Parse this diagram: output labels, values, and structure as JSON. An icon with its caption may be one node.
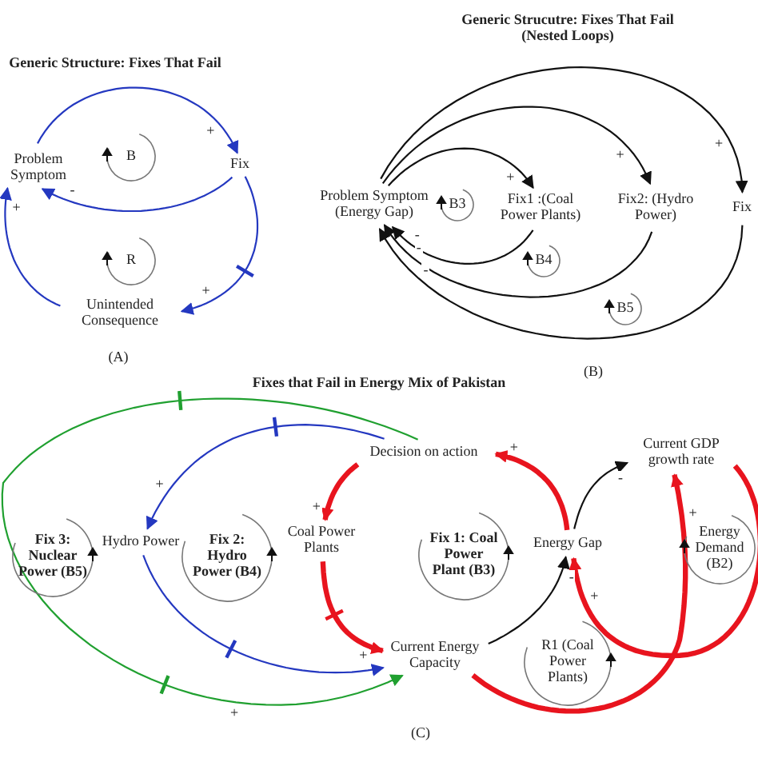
{
  "diagram": {
    "nodes": [
      {
        "text": [
          "Problem Symptom"
        ]
      },
      {
        "text": [
          "Fix"
        ]
      },
      {
        "text": [
          "Unintended Consequence"
        ]
      },
      {
        "text": [
          "Problem Symptom (Energy Gap)"
        ]
      },
      {
        "text": [
          "Fix1 :(Coal Power Plants)"
        ]
      },
      {
        "text": [
          "Fix2: (Hydro Power)"
        ]
      },
      {
        "text": [
          "Fix"
        ]
      },
      {
        "text": [
          "Hydro Power"
        ]
      },
      {
        "text": [
          "Coal Power Plants"
        ]
      },
      {
        "text": [
          "Decision on action"
        ]
      },
      {
        "text": [
          "Energy Gap"
        ]
      },
      {
        "text": [
          "Current GDP growth rate"
        ]
      },
      {
        "text": [
          "Current Energy Capacity"
        ]
      }
    ],
    "edges": [
      {
        "from": 0,
        "to": 1,
        "arrow": "to",
        "label": "+",
        "color": "#2438c0"
      },
      {
        "from": 1,
        "to": 0,
        "arrow": "to",
        "label": "-",
        "color": "#2438c0"
      },
      {
        "from": 1,
        "to": 2,
        "arrow": "to",
        "label": "+",
        "color": "#2438c0"
      },
      {
        "from": 2,
        "to": 0,
        "arrow": "to",
        "label": "+",
        "color": "#2438c0"
      },
      {
        "from": 3,
        "to": 4,
        "arrow": "to",
        "label": "+"
      },
      {
        "from": 4,
        "to": 3,
        "arrow": "to",
        "label": "-"
      },
      {
        "from": 3,
        "to": 5,
        "arrow": "to",
        "label": "+"
      },
      {
        "from": 5,
        "to": 3,
        "arrow": "to",
        "label": "-"
      },
      {
        "from": 3,
        "to": 6,
        "arrow": "to",
        "label": "+"
      },
      {
        "from": 6,
        "to": 3,
        "arrow": "to",
        "label": "-"
      },
      {
        "from": 9,
        "to": 7,
        "arrow": "to",
        "label": "+",
        "color": "#2438c0"
      },
      {
        "from": 7,
        "to": 12,
        "arrow": "to",
        "color": "#2438c0"
      },
      {
        "from": 9,
        "to": 12,
        "arrow": "to",
        "label": "+",
        "color": "#20a030"
      },
      {
        "from": 9,
        "to": 8,
        "arrow": "to",
        "label": "+",
        "style": "thick",
        "color": "#e8141e"
      },
      {
        "from": 8,
        "to": 12,
        "arrow": "to",
        "label": "+",
        "style": "thick",
        "color": "#e8141e"
      },
      {
        "from": 12,
        "to": 10,
        "arrow": "to",
        "label": "-"
      },
      {
        "from": 10,
        "to": 9,
        "arrow": "to",
        "label": "+",
        "style": "thick",
        "color": "#e8141e"
      },
      {
        "from": 10,
        "to": 11,
        "arrow": "to",
        "label": "-"
      },
      {
        "from": 11,
        "to": 10,
        "arrow": "to",
        "label": "+",
        "style": "thick",
        "color": "#e8141e"
      },
      {
        "from": 12,
        "to": 11,
        "arrow": "to",
        "label": "+",
        "style": "thick",
        "color": "#e8141e"
      }
    ],
    "labels": [
      "Generic Structure: Fixes That Fail",
      "B",
      "R",
      "(A)",
      "Generic Strucutre: Fixes That Fail (Nested Loops)",
      "B3",
      "B4",
      "B5",
      "Fixes that Fail in Energy Mix of Pakistan",
      "(B)",
      "Fix 3: Nuclear Power (B5)",
      "Fix 2: Hydro Power (B4)",
      "Fix 1: Coal Power Plant (B3)",
      "Energy Demand (B2)",
      "R1 (Coal Power Plants)",
      "(C)"
    ]
  }
}
